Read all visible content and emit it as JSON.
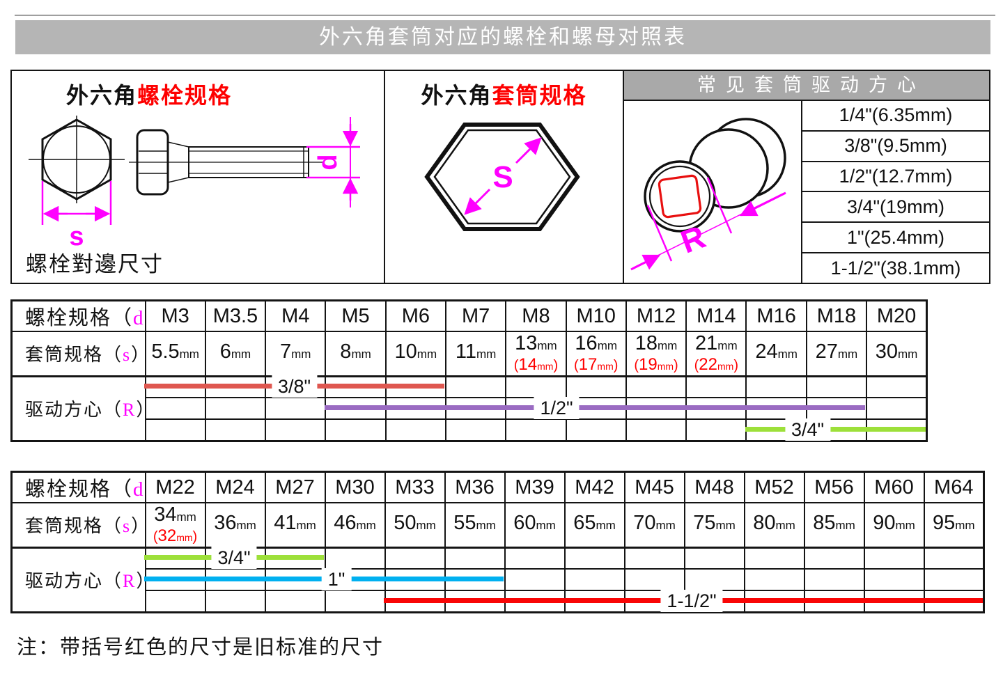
{
  "page_title": "外六角套筒对应的螺栓和螺母对照表",
  "panels": {
    "bolt": {
      "title_black": "外六角",
      "title_red": "螺栓规格",
      "dim_letter_s": "s",
      "dim_letter_d": "d",
      "caption": "螺栓對邊尺寸"
    },
    "hex_socket": {
      "title_black": "外六角",
      "title_red": "套筒规格",
      "dim_letter": "S"
    },
    "drive": {
      "header": "常见套筒驱动方心",
      "dim_letter": "R",
      "sizes": [
        "1/4\"(6.35mm)",
        "3/8\"(9.5mm)",
        "1/2\"(12.7mm)",
        "3/4\"(19mm)",
        "1\"(25.4mm)",
        "1-1/2\"(38.1mm)"
      ]
    }
  },
  "row_labels": {
    "bolt": {
      "prefix": "螺栓规格（",
      "letter": "d",
      "suffix": "）"
    },
    "socket": {
      "prefix": "套筒规格（",
      "letter": "s",
      "suffix": "）"
    },
    "drive": {
      "prefix": "驱动方心（",
      "letter": "R",
      "suffix": "）"
    }
  },
  "unit_mm": "mm",
  "tables": [
    {
      "bolt_specs": [
        "M3",
        "M3.5",
        "M4",
        "M5",
        "M6",
        "M7",
        "M8",
        "M10",
        "M12",
        "M14",
        "M16",
        "M18",
        "M20"
      ],
      "socket_sizes": [
        {
          "size": "5.5"
        },
        {
          "size": "6"
        },
        {
          "size": "7"
        },
        {
          "size": "8"
        },
        {
          "size": "10"
        },
        {
          "size": "11"
        },
        {
          "size": "13",
          "old": "14"
        },
        {
          "size": "16",
          "old": "17"
        },
        {
          "size": "18",
          "old": "19"
        },
        {
          "size": "21",
          "old": "22"
        },
        {
          "size": "24"
        },
        {
          "size": "27"
        },
        {
          "size": "30"
        }
      ],
      "drive_bars": [
        {
          "label": "3/8\"",
          "color": "#df5750",
          "row": 0,
          "start": 0,
          "end": 4,
          "label_shift": 0
        },
        {
          "label": "1/2\"",
          "color": "#9a6bc2",
          "row": 1,
          "start": 3,
          "end": 11,
          "label_shift": -55
        },
        {
          "label": "3/4\"",
          "color": "#9de03a",
          "row": 2,
          "start": 10,
          "end": 12,
          "label_shift": -40
        }
      ]
    },
    {
      "bolt_specs": [
        "M22",
        "M24",
        "M27",
        "M30",
        "M33",
        "M36",
        "M39",
        "M42",
        "M45",
        "M48",
        "M52",
        "M56",
        "M60",
        "M64"
      ],
      "socket_sizes": [
        {
          "size": "34",
          "old": "32"
        },
        {
          "size": "36"
        },
        {
          "size": "41"
        },
        {
          "size": "46"
        },
        {
          "size": "50"
        },
        {
          "size": "55"
        },
        {
          "size": "60"
        },
        {
          "size": "65"
        },
        {
          "size": "70"
        },
        {
          "size": "75"
        },
        {
          "size": "80"
        },
        {
          "size": "85"
        },
        {
          "size": "90"
        },
        {
          "size": "95"
        }
      ],
      "drive_bars": [
        {
          "label": "3/4\"",
          "color": "#9de03a",
          "row": 0,
          "start": 0,
          "end": 2,
          "label_shift": 0
        },
        {
          "label": "1\"",
          "color": "#00b0f0",
          "row": 1,
          "start": 0,
          "end": 5,
          "label_shift": 18
        },
        {
          "label": "1-1/2\"",
          "color": "#f90606",
          "row": 2,
          "start": 4,
          "end": 13,
          "label_shift": 12
        }
      ]
    }
  ],
  "note": "注：带括号红色的尺寸是旧标准的尺寸",
  "colors": {
    "magenta": "#ff00ff",
    "red_text": "#fe0000",
    "banner_bg": "#b5b5b5",
    "drive_header_bg": "#a9a9a9",
    "bar_38": "#df5750",
    "bar_12": "#9a6bc2",
    "bar_34": "#9de03a",
    "bar_1": "#00b0f0",
    "bar_112": "#f90606"
  }
}
